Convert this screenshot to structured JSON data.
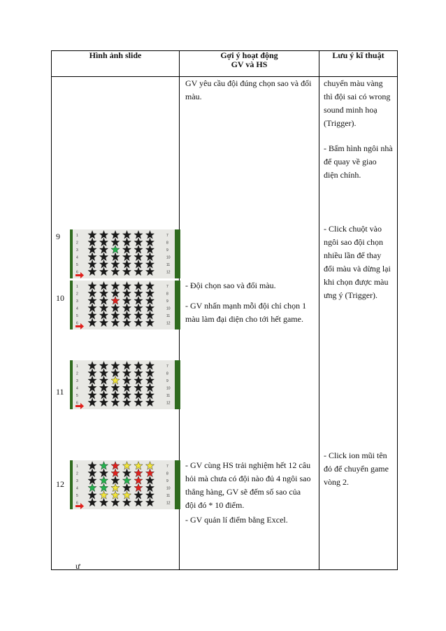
{
  "table": {
    "headers": {
      "col1": "Hình ảnh slide",
      "col2_line1": "Gợi ý hoạt động",
      "col2_line2": "GV và HS",
      "col3": "Lưu ý kĩ thuật"
    },
    "col2": {
      "p1": "GV yêu cầu đội đúng chọn sao và đổi màu.",
      "p2": "- Đội chọn sao và đổi màu.",
      "p3": "- GV nhấn mạnh mỗi đội chỉ chọn 1 màu làm đại diện cho tới hết game.",
      "p4": "- GV cùng HS trải nghiệm hết 12 câu hỏi mà chưa có đội nào đủ 4 ngôi sao thẳng hàng, GV sẽ đếm số sao của đội đó * 10 điểm.",
      "p5": "- GV quản lí điểm bằng Excel."
    },
    "col3": {
      "p1": "chuyển màu vàng thì đội sai có wrong sound minh hoạ (Trigger).",
      "p2": "- Bấm hình ngôi nhà để quay về giao diện chính.",
      "p3": "- Click chuột vào ngôi sao đội chọn nhiều lần để thay đổi màu và dừng lại khi chọn được màu ưng ý (Trigger).",
      "p4": "- Click ion mũi tên đỏ để chuyển game vòng 2."
    },
    "rows": [
      {
        "num": "9"
      },
      {
        "num": "10"
      },
      {
        "num": "11"
      },
      {
        "num": "12"
      }
    ],
    "trailing_char": "ư"
  },
  "slide_labels": {
    "left": [
      "1",
      "2",
      "3",
      "4",
      "5",
      "6"
    ],
    "right": [
      "7",
      "8",
      "9",
      "10",
      "11",
      "12"
    ]
  },
  "colors": {
    "green_star": "#22b14c",
    "red_star": "#e0201c",
    "yellow_star": "#f2e53a",
    "black_star": "#1a1a1a",
    "board_bg": "#e8e8e4",
    "grass": "#2f6b1e",
    "arrow": "#e0201c"
  },
  "slides": [
    {
      "stars": [
        [
          "k",
          "k",
          "k",
          "k",
          "k",
          "k"
        ],
        [
          "k",
          "k",
          "k",
          "k",
          "k",
          "k"
        ],
        [
          "k",
          "k",
          "g",
          "k",
          "k",
          "k"
        ],
        [
          "k",
          "k",
          "k",
          "k",
          "k",
          "k"
        ],
        [
          "k",
          "k",
          "k",
          "k",
          "k",
          "k"
        ],
        [
          "k",
          "k",
          "k",
          "k",
          "k",
          "k"
        ]
      ]
    },
    {
      "stars": [
        [
          "k",
          "k",
          "k",
          "k",
          "k",
          "k"
        ],
        [
          "k",
          "k",
          "k",
          "k",
          "k",
          "k"
        ],
        [
          "k",
          "k",
          "r",
          "k",
          "k",
          "k"
        ],
        [
          "k",
          "k",
          "k",
          "k",
          "k",
          "k"
        ],
        [
          "k",
          "k",
          "k",
          "k",
          "k",
          "k"
        ],
        [
          "k",
          "k",
          "k",
          "k",
          "k",
          "k"
        ]
      ]
    },
    {
      "stars": [
        [
          "k",
          "k",
          "k",
          "k",
          "k",
          "k"
        ],
        [
          "k",
          "k",
          "k",
          "k",
          "k",
          "k"
        ],
        [
          "k",
          "k",
          "y",
          "k",
          "k",
          "k"
        ],
        [
          "k",
          "k",
          "k",
          "k",
          "k",
          "k"
        ],
        [
          "k",
          "k",
          "k",
          "k",
          "k",
          "k"
        ],
        [
          "k",
          "k",
          "k",
          "k",
          "k",
          "k"
        ]
      ]
    },
    {
      "stars": [
        [
          "k",
          "g",
          "r",
          "y",
          "y",
          "y"
        ],
        [
          "k",
          "k",
          "r",
          "k",
          "r",
          "r"
        ],
        [
          "k",
          "g",
          "k",
          "g",
          "r",
          "k"
        ],
        [
          "g",
          "g",
          "y",
          "k",
          "r",
          "k"
        ],
        [
          "k",
          "y",
          "y",
          "y",
          "k",
          "k"
        ],
        [
          "k",
          "k",
          "k",
          "k",
          "k",
          "k"
        ]
      ]
    }
  ]
}
